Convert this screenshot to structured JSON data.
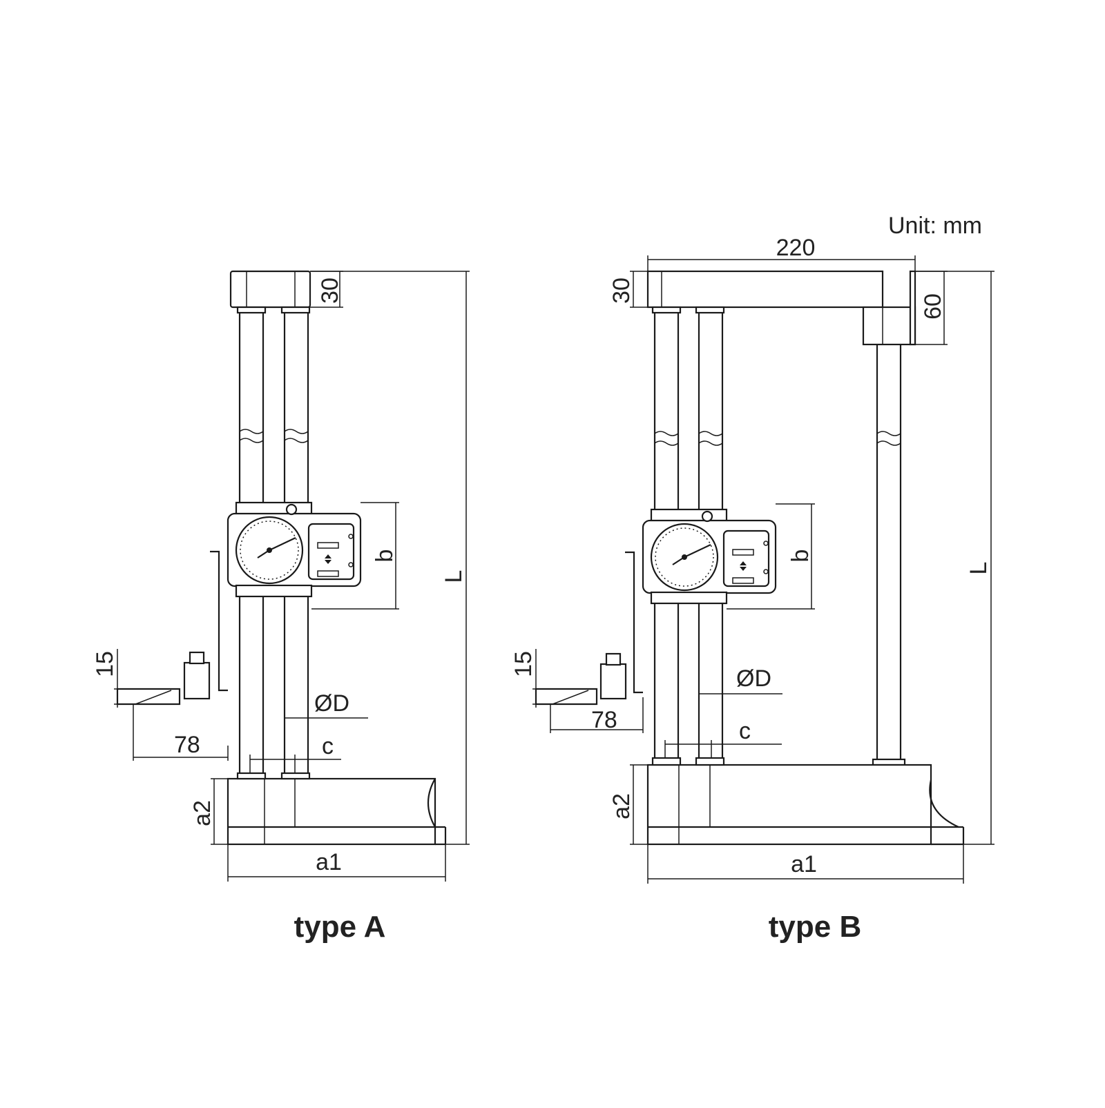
{
  "unit_note": "Unit: mm",
  "type_a": {
    "title": "type A",
    "dims": {
      "top_height": "30",
      "b": "b",
      "L": "L",
      "scriber_thickness": "15",
      "diameter": "ØD",
      "c": "c",
      "reach": "78",
      "a2": "a2",
      "a1": "a1"
    }
  },
  "type_b": {
    "title": "type B",
    "dims": {
      "width": "220",
      "top_height": "30",
      "arm_height": "60",
      "b": "b",
      "L": "L",
      "scriber_thickness": "15",
      "diameter": "ØD",
      "c": "c",
      "reach": "78",
      "a2": "a2",
      "a1": "a1"
    }
  }
}
